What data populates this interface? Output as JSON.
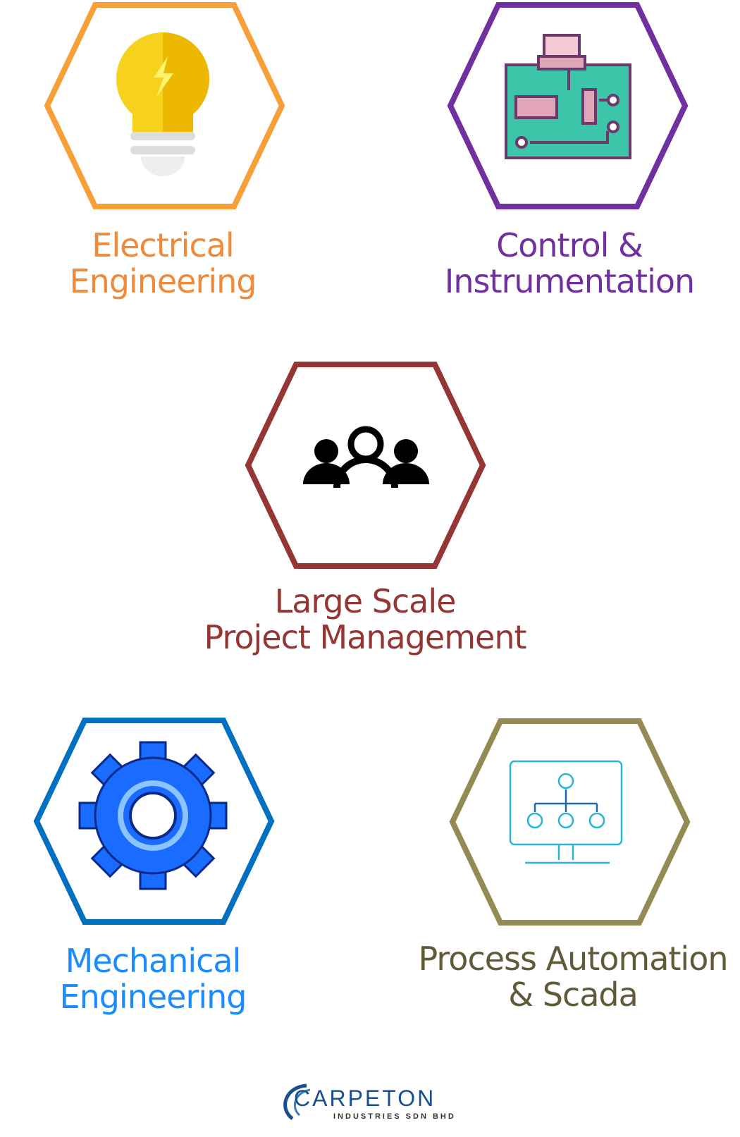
{
  "services": [
    {
      "line1": "Electrical",
      "line2": "Engineering",
      "color": "#f7a03a",
      "text_color": "#ee8a3a",
      "icon": "lightbulb-icon"
    },
    {
      "line1": "Control &",
      "line2": "Instrumentation",
      "color": "#7030a0",
      "text_color": "#7030a0",
      "icon": "circuit-board-icon"
    },
    {
      "line1": "Large Scale",
      "line2": "Project Management",
      "color": "#943634",
      "text_color": "#943634",
      "icon": "team-icon"
    },
    {
      "line1": "Mechanical",
      "line2": "Engineering",
      "color": "#0070c0",
      "text_color": "#1a8cff",
      "icon": "gear-icon"
    },
    {
      "line1": "Process Automation",
      "line2": "& Scada",
      "color": "#948a54",
      "text_color": "#5f5a37",
      "icon": "monitor-network-icon"
    }
  ],
  "logo": {
    "name": "CARPETON",
    "subtitle": "INDUSTRIES SDN BHD"
  }
}
